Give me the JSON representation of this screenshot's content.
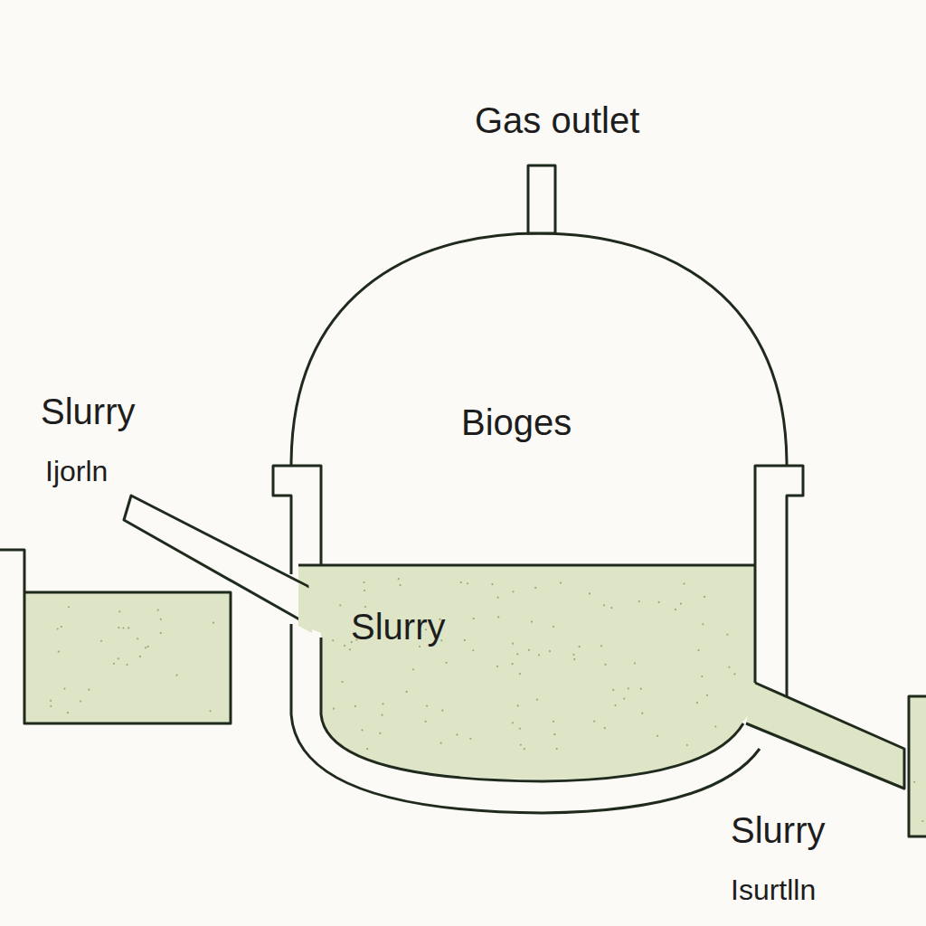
{
  "diagram": {
    "labels": [
      "Gas outlet",
      "Bioges",
      "Slurry",
      "Ijorln",
      "Slurry",
      "Slurry",
      "Isurtlln"
    ]
  }
}
